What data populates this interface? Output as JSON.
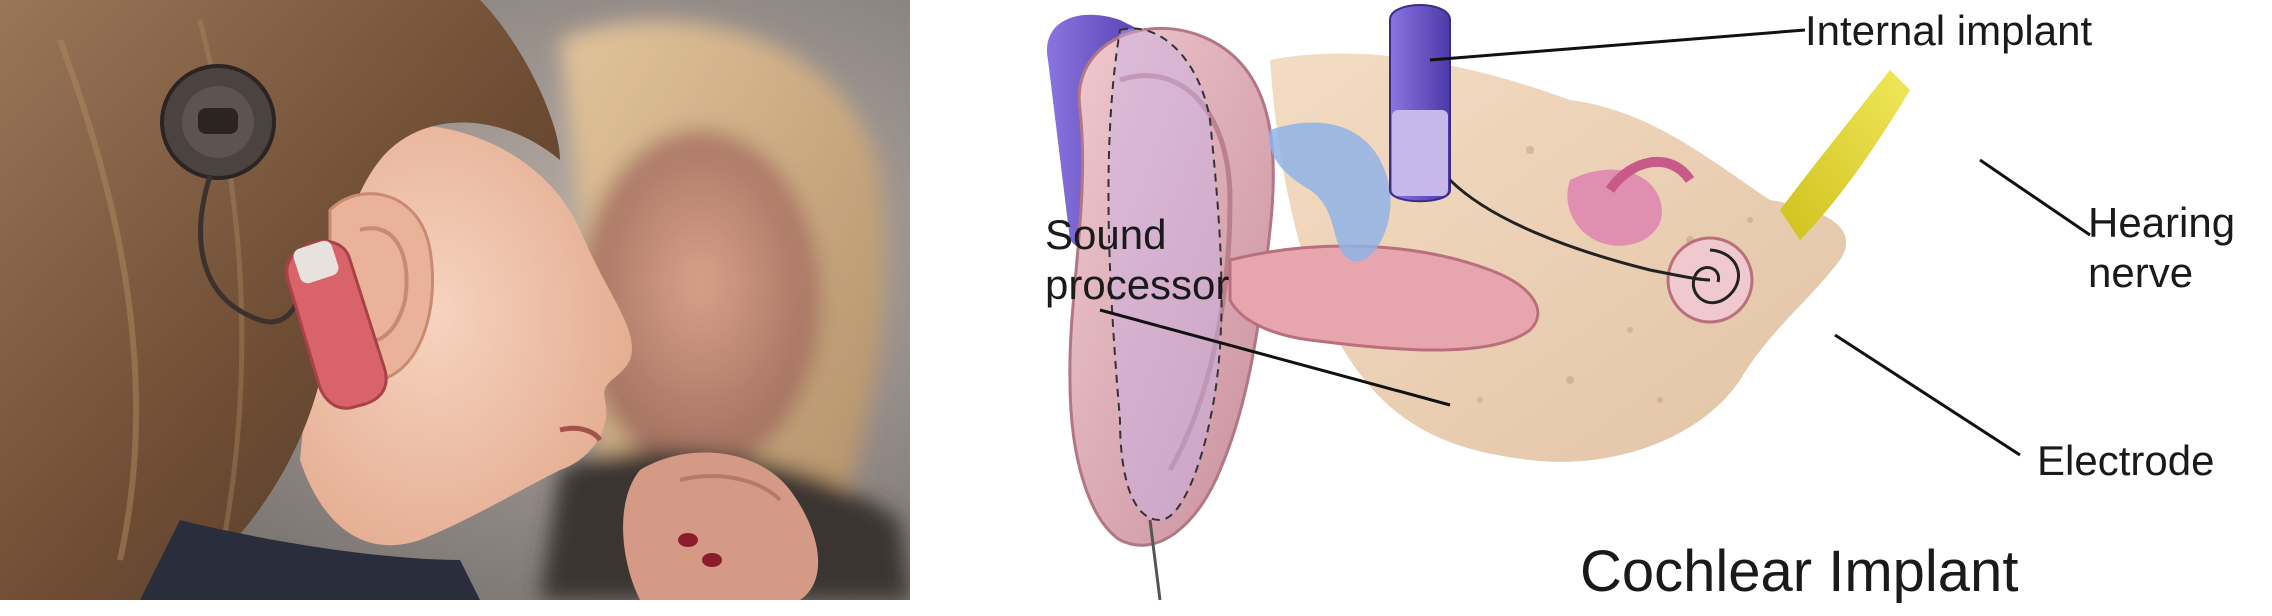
{
  "diagram": {
    "title": "Cochlear Implant",
    "labels": {
      "internal_implant": "Internal implant",
      "sound_processor_line1": "Sound",
      "sound_processor_line2": "processor",
      "hearing_nerve_line1": "Hearing",
      "hearing_nerve_line2": "nerve",
      "electrode": "Electrode"
    }
  },
  "colors": {
    "implant_purple": "#6b55c8",
    "sound_processor_red": "#d9636a",
    "nerve_yellow": "#e8dc2a",
    "ear_pink": "#e6b8c0",
    "label_text": "#1a1a1a"
  }
}
